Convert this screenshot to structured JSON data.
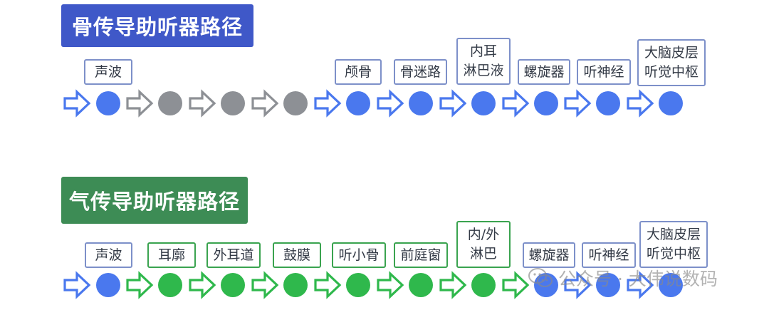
{
  "bone": {
    "title": "骨传导助听器路径",
    "title_color": "#3f58c8",
    "labels": [
      "声波",
      "颅骨",
      "骨迷路",
      "内耳\n淋巴液",
      "螺旋器",
      "听神经",
      "大脑皮层\n听觉中枢"
    ],
    "dot_colors": [
      "blue",
      "gray",
      "gray",
      "gray",
      "blue",
      "blue",
      "blue",
      "blue",
      "blue",
      "blue"
    ]
  },
  "air": {
    "title": "气传导助听器路径",
    "title_color": "#3d8c55",
    "labels": [
      "声波",
      "耳廓",
      "外耳道",
      "鼓膜",
      "听小骨",
      "前庭窗",
      "内/外\n淋巴",
      "螺旋器",
      "听神经",
      "大脑皮层\n听觉中枢"
    ],
    "dot_colors": [
      "blue",
      "green",
      "green",
      "green",
      "green",
      "green",
      "green",
      "blue",
      "blue",
      "blue"
    ]
  },
  "colors": {
    "blue": "#4a78ee",
    "gray": "#8d9095",
    "green": "#2fb84c",
    "arrow_blue": "#4a78ee",
    "arrow_gray": "#8d9095",
    "arrow_green": "#2fb84c"
  },
  "watermark": {
    "text": "公众号 · 大伟说数码",
    "icon": "wechat-icon"
  }
}
